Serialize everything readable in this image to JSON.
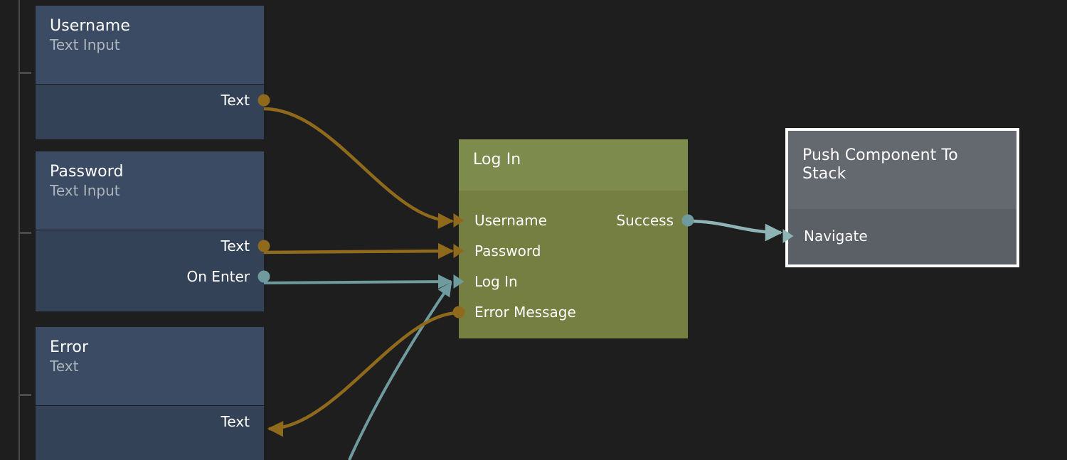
{
  "canvas": {
    "background_color": "#1e1e1e",
    "guide_rail_color": "#4a4a48",
    "guide_ticks_y": [
      101,
      326,
      554
    ]
  },
  "palette": {
    "input_node_header": "#3b4b64",
    "input_node_body": "#344257",
    "action_node_header": "#7d8b4c",
    "action_node_body": "#757f41",
    "selected_node_header": "#64686f",
    "selected_node_body": "#5b5f66",
    "selection_outline": "#ffffff",
    "data_wire": "#8f6a1c",
    "flow_wire": "#6f9b9e",
    "nav_wire": "#8fb4b6"
  },
  "nodes": [
    {
      "id": "username",
      "title": "Username",
      "subtitle": "Text Input",
      "kind": "input",
      "selected": false,
      "outputs": [
        {
          "label": "Text",
          "type": "data"
        }
      ],
      "inputs": []
    },
    {
      "id": "password",
      "title": "Password",
      "subtitle": "Text Input",
      "kind": "input",
      "selected": false,
      "outputs": [
        {
          "label": "Text",
          "type": "data"
        },
        {
          "label": "On Enter",
          "type": "flow"
        }
      ],
      "inputs": []
    },
    {
      "id": "error",
      "title": "Error",
      "subtitle": "Text",
      "kind": "input",
      "selected": false,
      "outputs": [],
      "inputs": [
        {
          "label": "Text",
          "type": "data"
        }
      ]
    },
    {
      "id": "login",
      "title": "Log In",
      "subtitle": "",
      "kind": "action",
      "selected": false,
      "inputs": [
        {
          "label": "Username",
          "type": "data"
        },
        {
          "label": "Password",
          "type": "data"
        },
        {
          "label": "Log In",
          "type": "flow"
        },
        {
          "label": "Error Message",
          "type": "data-out"
        }
      ],
      "outputs": [
        {
          "label": "Success",
          "type": "flow"
        }
      ]
    },
    {
      "id": "push",
      "title": "Push Component To Stack",
      "subtitle": "",
      "kind": "selected",
      "selected": true,
      "inputs": [
        {
          "label": "Navigate",
          "type": "flow"
        }
      ],
      "outputs": []
    }
  ],
  "connections": [
    {
      "from": "username.Text",
      "to": "login.Username",
      "type": "data"
    },
    {
      "from": "password.Text",
      "to": "login.Password",
      "type": "data"
    },
    {
      "from": "password.On Enter",
      "to": "login.Log In",
      "type": "flow"
    },
    {
      "from": "login.Error Message",
      "to": "error.Text",
      "type": "data"
    },
    {
      "from": "login.Success",
      "to": "push.Navigate",
      "type": "flow"
    },
    {
      "from": "offscreen-below",
      "to": "login.Log In",
      "type": "flow"
    }
  ]
}
